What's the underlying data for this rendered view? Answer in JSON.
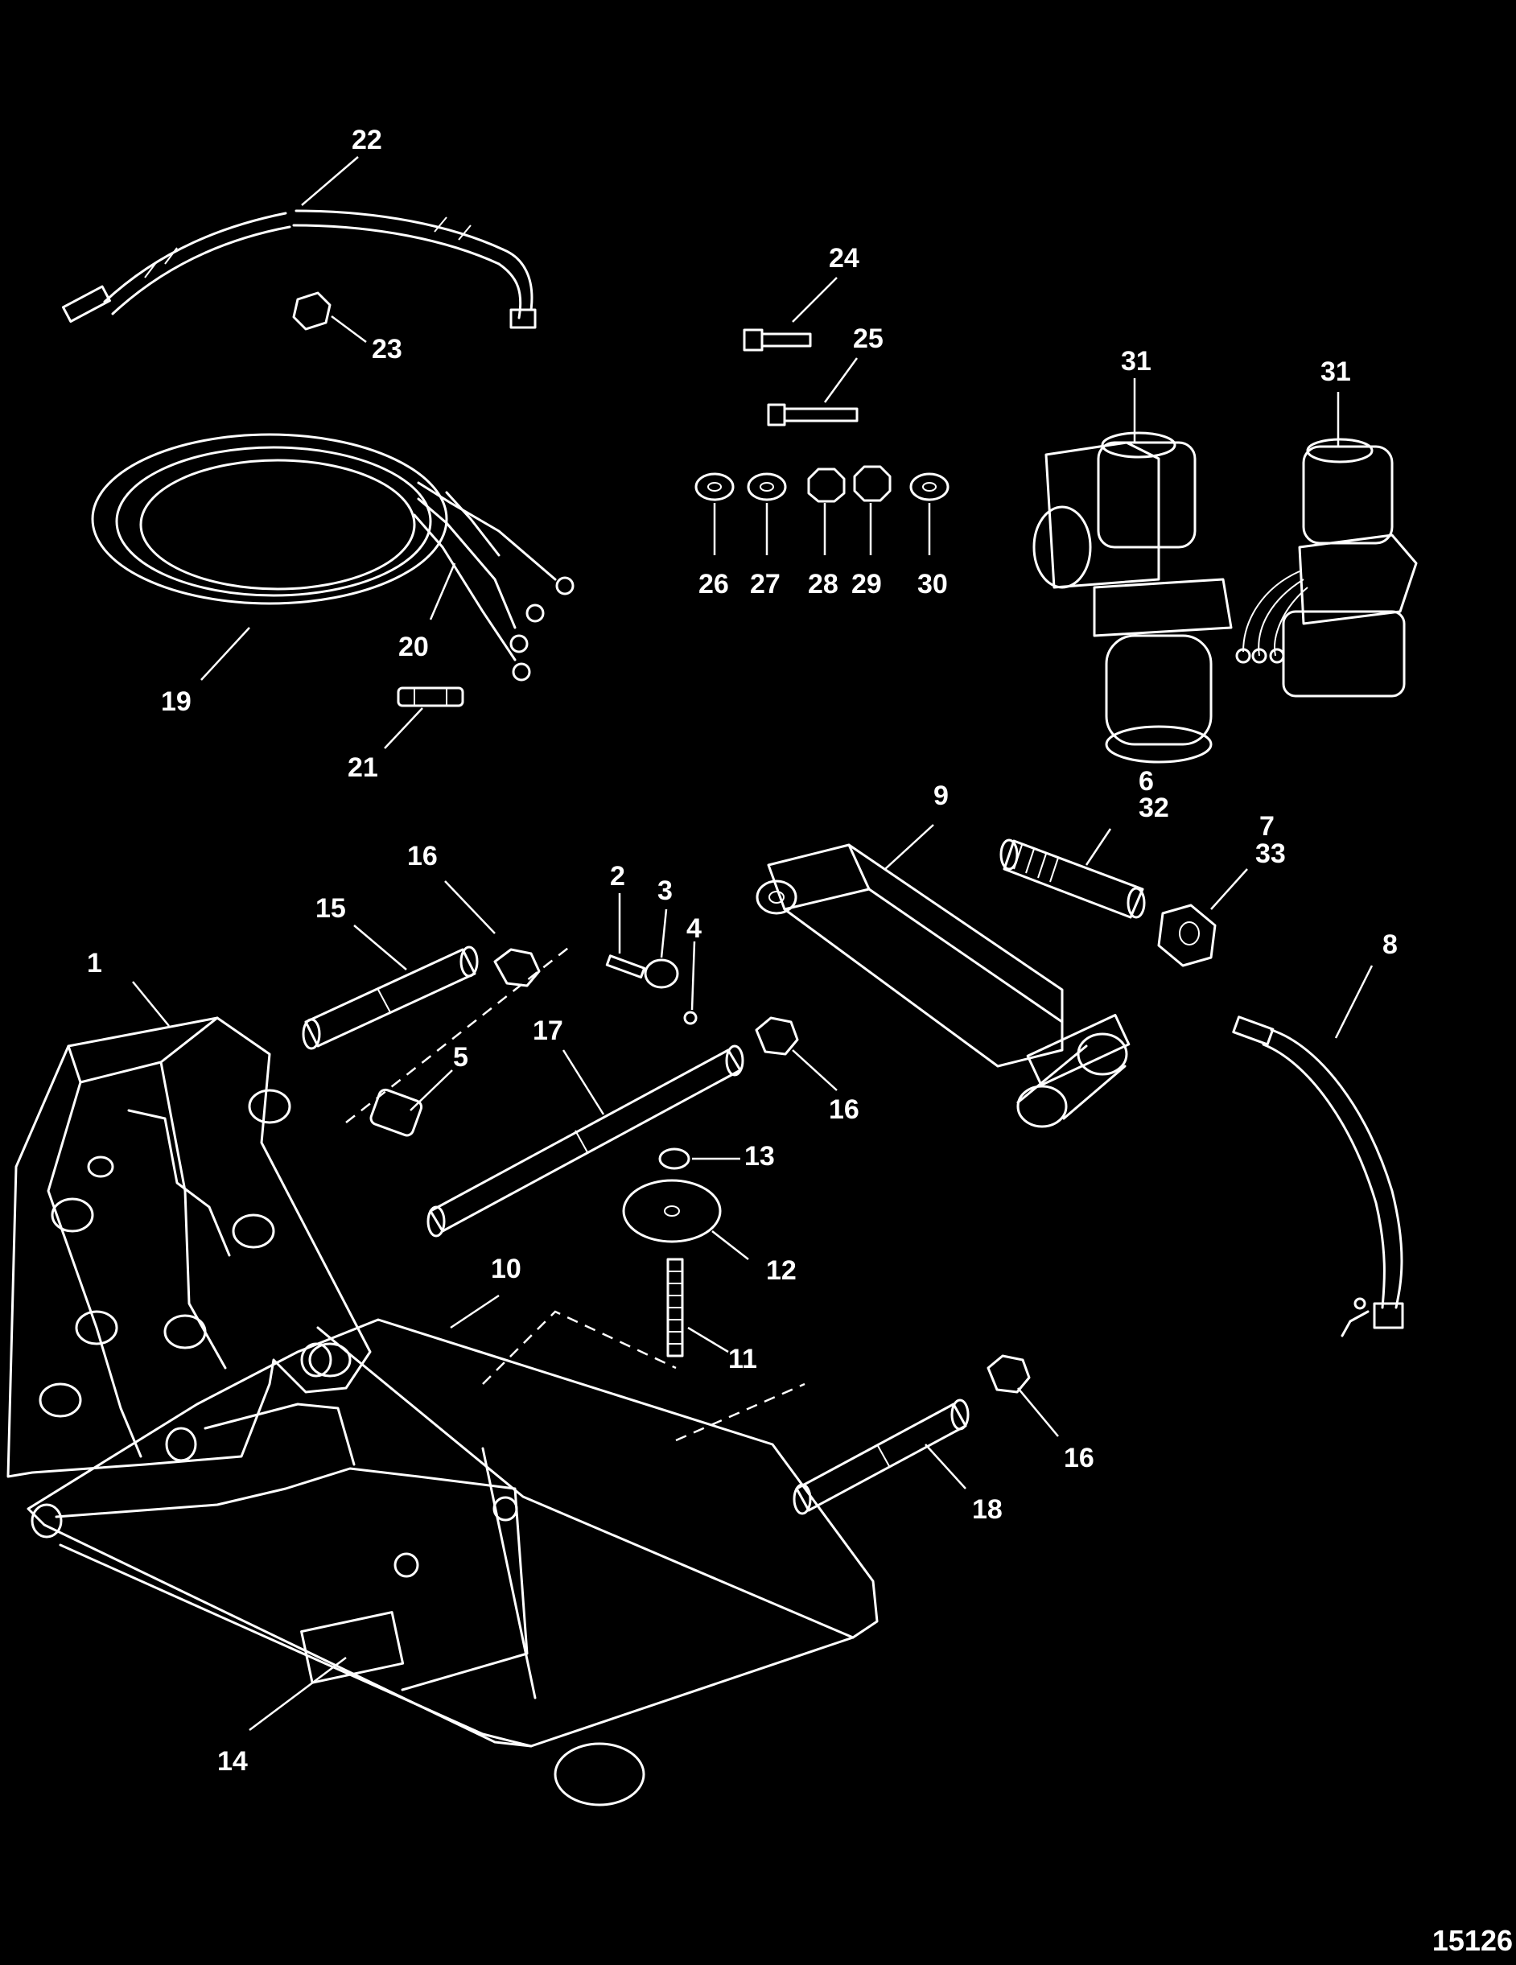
{
  "figure_id": "15126",
  "callouts": {
    "c1": "1",
    "c2": "2",
    "c3": "3",
    "c4": "4",
    "c5": "5",
    "c6": "6",
    "c32": "32",
    "c7": "7",
    "c33": "33",
    "c8": "8",
    "c9": "9",
    "c10": "10",
    "c11": "11",
    "c12": "12",
    "c13": "13",
    "c14": "14",
    "c15": "15",
    "c16a": "16",
    "c16b": "16",
    "c16c": "16",
    "c17": "17",
    "c18": "18",
    "c19": "19",
    "c20": "20",
    "c21": "21",
    "c22": "22",
    "c23": "23",
    "c24": "24",
    "c25": "25",
    "c26": "26",
    "c27": "27",
    "c28": "28",
    "c29": "29",
    "c30": "30",
    "c31a": "31",
    "c31b": "31"
  }
}
